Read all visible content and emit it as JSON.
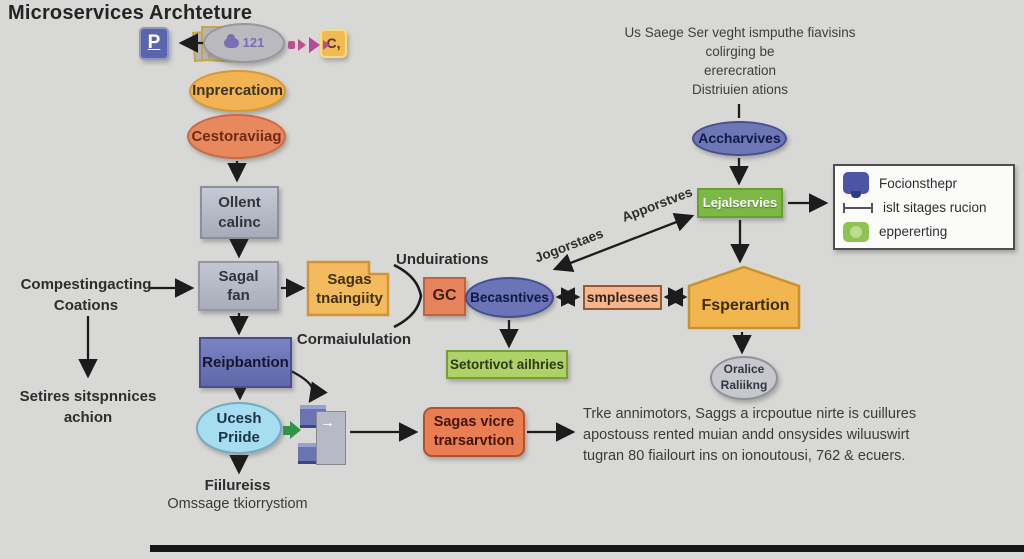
{
  "title": "Microservices Archteture",
  "top": {
    "p_label": "P",
    "count_label": "121",
    "c_label": "C,"
  },
  "nodes": {
    "inprercatiom": "Inprercatiom",
    "cestoraviiag": "Cestoraviiag",
    "ollent": "Ollent\ncalinc",
    "sagal": "Sagal\nfan",
    "sagas_folder": "Sagas\ntnaingiity",
    "reipbantion": "Reipbantion",
    "ucesh": "Ucesh\nPriide",
    "gc": "GC",
    "becasntives": "Becasntives",
    "smplesees": "smplesees",
    "fsperartion": "Fsperartion",
    "setortivot": "Setortivot ailhries",
    "accharvives": "Accharvives",
    "lejalservies": "Lejalservies",
    "oralice": "Oralice\nRaliikng",
    "sagas_vicre": "Sagas vicre\ntrarsarvtion"
  },
  "labels": {
    "compesting": "Compestingacting\nCoations",
    "setires": "Setires sitspnnices\nachion",
    "cormaiululation": "Cormaiululation",
    "unduirations": "Unduirations",
    "jogorstaes": "Jogorstaes",
    "apporstves": "Apporstves",
    "fiilureiss": "Fiilureiss",
    "omssage": "Omssage tkiorrystiom",
    "top_right": "Us Saege Ser veght ismputhe fiavisins\ncolirging be\nererecration\nDistriuien ations",
    "bottom_note": "Trke annimotors, Saggs a ircpoutue nirte is cuillures\napostouss rented muian andd onsysides wiluuswirt\ntugran 80 fiailourt ins on ionoutousi, 762 & ecuers."
  },
  "legend": {
    "items": [
      {
        "label": "Focionsthepr"
      },
      {
        "label": "islt sitages rucion"
      },
      {
        "label": "eppererting"
      }
    ]
  },
  "colors": {
    "background": "#d8d8d6",
    "amber": "#f2b452",
    "coral": "#e8885d",
    "blue_node": "#6b74b7",
    "green_node": "#7cb845",
    "light_green": "#aed169",
    "light_blue": "#a6ddf1",
    "gray_node": "#b9b9be",
    "magenta_arrows": "#b5499c",
    "legend_blue": "#4a55a8",
    "legend_green": "#8cc353",
    "arrow": "#1c1c1c"
  }
}
